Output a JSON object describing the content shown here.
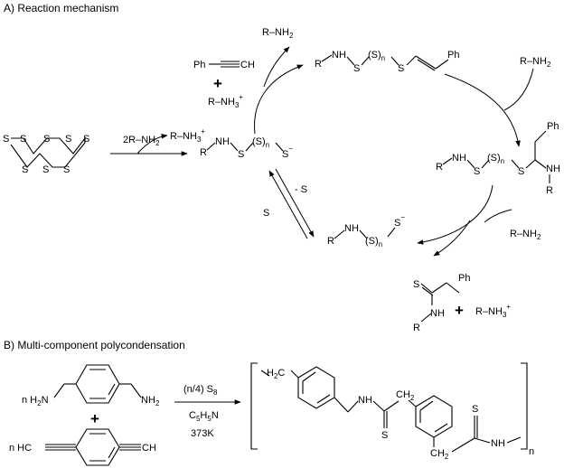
{
  "section_a": {
    "heading": "A) Reaction mechanism"
  },
  "s8": {
    "atom": "S"
  },
  "step1": {
    "reagent_coef": "2R",
    "reagent_bond": "–",
    "reagent_group": "NH",
    "reagent_sub": "2",
    "product_prefix": "R–NH",
    "product_sub": "3",
    "product_sup": "+"
  },
  "anion": {
    "r": "R",
    "nh": "NH",
    "s": "S",
    "sn": "(S)",
    "n": "n",
    "charge": "−"
  },
  "release": {
    "amine_main": "R–NH",
    "amine_sub": "2"
  },
  "reagents_top": {
    "ph": "Ph",
    "ch": "CH",
    "plus": "+",
    "ammonium": "R–NH",
    "ammonium_sub": "3",
    "ammonium_sup": "+"
  },
  "vinyl": {
    "r": "R",
    "nh": "NH",
    "s": "S",
    "sn": "(S)",
    "n": "n",
    "ph": "Ph"
  },
  "amine_right": {
    "main": "R–NH",
    "sub": "2"
  },
  "adduct": {
    "r": "R",
    "nh": "NH",
    "s": "S",
    "sn": "(S)",
    "n": "n",
    "ph": "Ph",
    "nh2": "NH",
    "r2": "R"
  },
  "equilibrium": {
    "reverse": "- S",
    "forward": "S"
  },
  "short_anion": {
    "r": "R",
    "nh": "NH",
    "sn": "(S)",
    "n": "n",
    "s": "S",
    "charge": "−"
  },
  "amine_low": {
    "main": "R–NH",
    "sub": "2"
  },
  "thioamide": {
    "s": "S",
    "ph": "Ph",
    "nh": "NH",
    "r": "R"
  },
  "byproduct": {
    "plus": "+",
    "main": "R–NH",
    "sub": "3",
    "sup": "+"
  },
  "section_b": {
    "heading": "B) Multi-component polycondensation"
  },
  "diamine": {
    "coef": "n H",
    "sub": "2",
    "n_end": "N",
    "right_end": "NH",
    "right_sub": "2"
  },
  "plus_b": "+",
  "diyne": {
    "coef": "n HC",
    "right": "CH"
  },
  "conditions": {
    "line1_pre": "(n/4) S",
    "line1_sub": "8",
    "line2_a": "C",
    "line2_sub1": "5",
    "line2_b": "H",
    "line2_sub2": "5",
    "line2_c": "N",
    "line3": "373K"
  },
  "polymer": {
    "h2c": "H",
    "h2c_sub": "2",
    "h2c_c": "C",
    "nh": "NH",
    "s": "S",
    "ch2": "CH",
    "ch2_sub": "2",
    "nh_end": "NH",
    "n": "n"
  }
}
